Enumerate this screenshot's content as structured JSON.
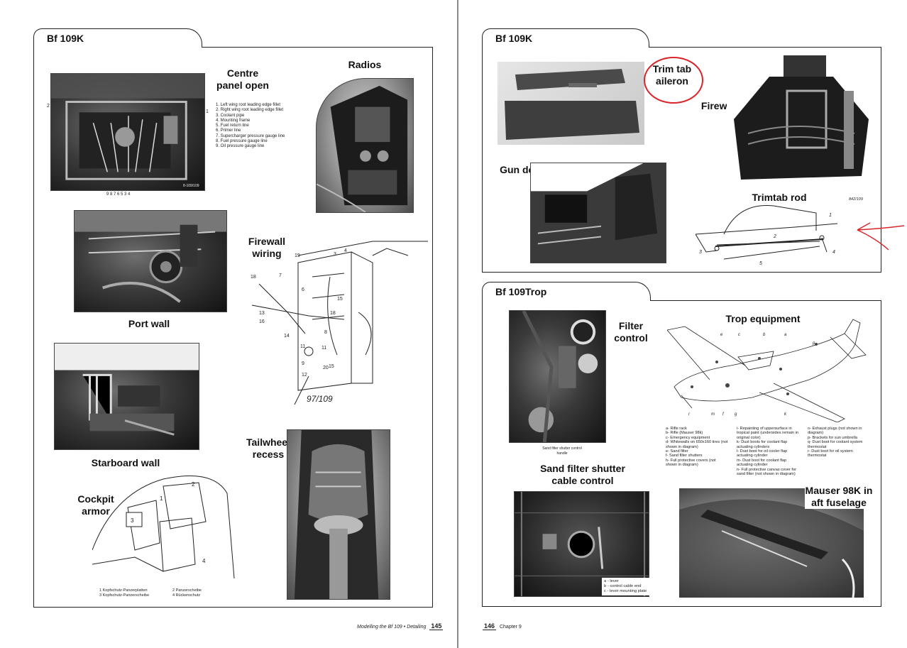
{
  "left_page": {
    "header": "Bf 109K",
    "captions": {
      "centre_panel": "Centre panel open",
      "radios": "Radios",
      "port_wall": "Port wall",
      "firewall_wiring": "Firewall wiring",
      "starboard_wall": "Starboard wall",
      "tailwheel_recess": "Tailwheel recess",
      "cockpit_armor": "Cockpit armor"
    },
    "centre_panel_legend": [
      "1. Left wing root leading edge fillet",
      "2. Right wing root leading edge fillet",
      "3. Coolant pipe",
      "4. Mounting frame",
      "5. Fuel return line",
      "6. Primer line",
      "7. Supercharger pressure gauge line",
      "8. Fuel pressure gauge line",
      "9. Oil pressure gauge line"
    ],
    "centre_panel_photo": {
      "callouts": [
        "2",
        "1"
      ],
      "bottom_numbers": "9 8 7 6 5 3    4",
      "photo_ref": "8-109/109"
    },
    "firewall_drawing_ref": "97/109",
    "armor_legend": [
      "1 Kopfschutz-Panzerplatten",
      "2 Panzerscheibe",
      "3 Kopfschutz-Panzerscheibe",
      "4 Rückenschutz"
    ],
    "footer": {
      "title": "Modelling the Bf 109",
      "section": "Detailing",
      "page": "145"
    }
  },
  "right_page": {
    "header_top": "Bf 109K",
    "header_bottom": "Bf 109Trop",
    "captions": {
      "trim_tab": "Trim tab aileron",
      "firewall": "Firewall",
      "gun_deck": "Gun deck",
      "trimtab_rod": "Trimtab rod",
      "filter_control": "Filter control",
      "trop_equipment": "Trop equipment",
      "sand_filter": "Sand filter shutter cable control",
      "mauser": "Mauser 98K in aft fuselage"
    },
    "sand_filter_handle_label": "Sand filter shutter control handle",
    "trop_legend_col1": [
      "a- Rifle rack",
      "b- Rifle (Mauser 98k)",
      "c- Emergency equipment",
      "d- Whitewalls on 650x160 tires (not shown in diagram)",
      "e- Sand filter",
      "f- Sand filter shutters",
      "h- Full protective covers (not shown in diagram)"
    ],
    "trop_legend_col2": [
      "i- Repainting of uppersurface in tropical paint (undersides remain in original color)",
      "k- Dust boots for coolant flap actuating cylinders",
      "l- Dust boot for oil cooler flap actuating cylinder",
      "m- Dust boot for coolant flap actuating cylinder",
      "n- Full protective canvas cover for sand filter (not shown in diagram)"
    ],
    "trop_legend_col3": [
      "o- Exhaust plugs (not shown in diagram)",
      "p- Brackets for sun umbrella",
      "q- Dust boot for coolant system thermostat",
      "r- Dust boot for oil system thermostat"
    ],
    "cable_legend": [
      "a - lever",
      "b - control cable end",
      "c - lever mounting plate"
    ],
    "trimtab_numbers": [
      "1",
      "2",
      "3",
      "4",
      "5"
    ],
    "firewall_photo_ref": "842/109",
    "footer": {
      "page": "146",
      "chapter": "Chapter 9"
    },
    "annotation_color": "#d9252a"
  }
}
